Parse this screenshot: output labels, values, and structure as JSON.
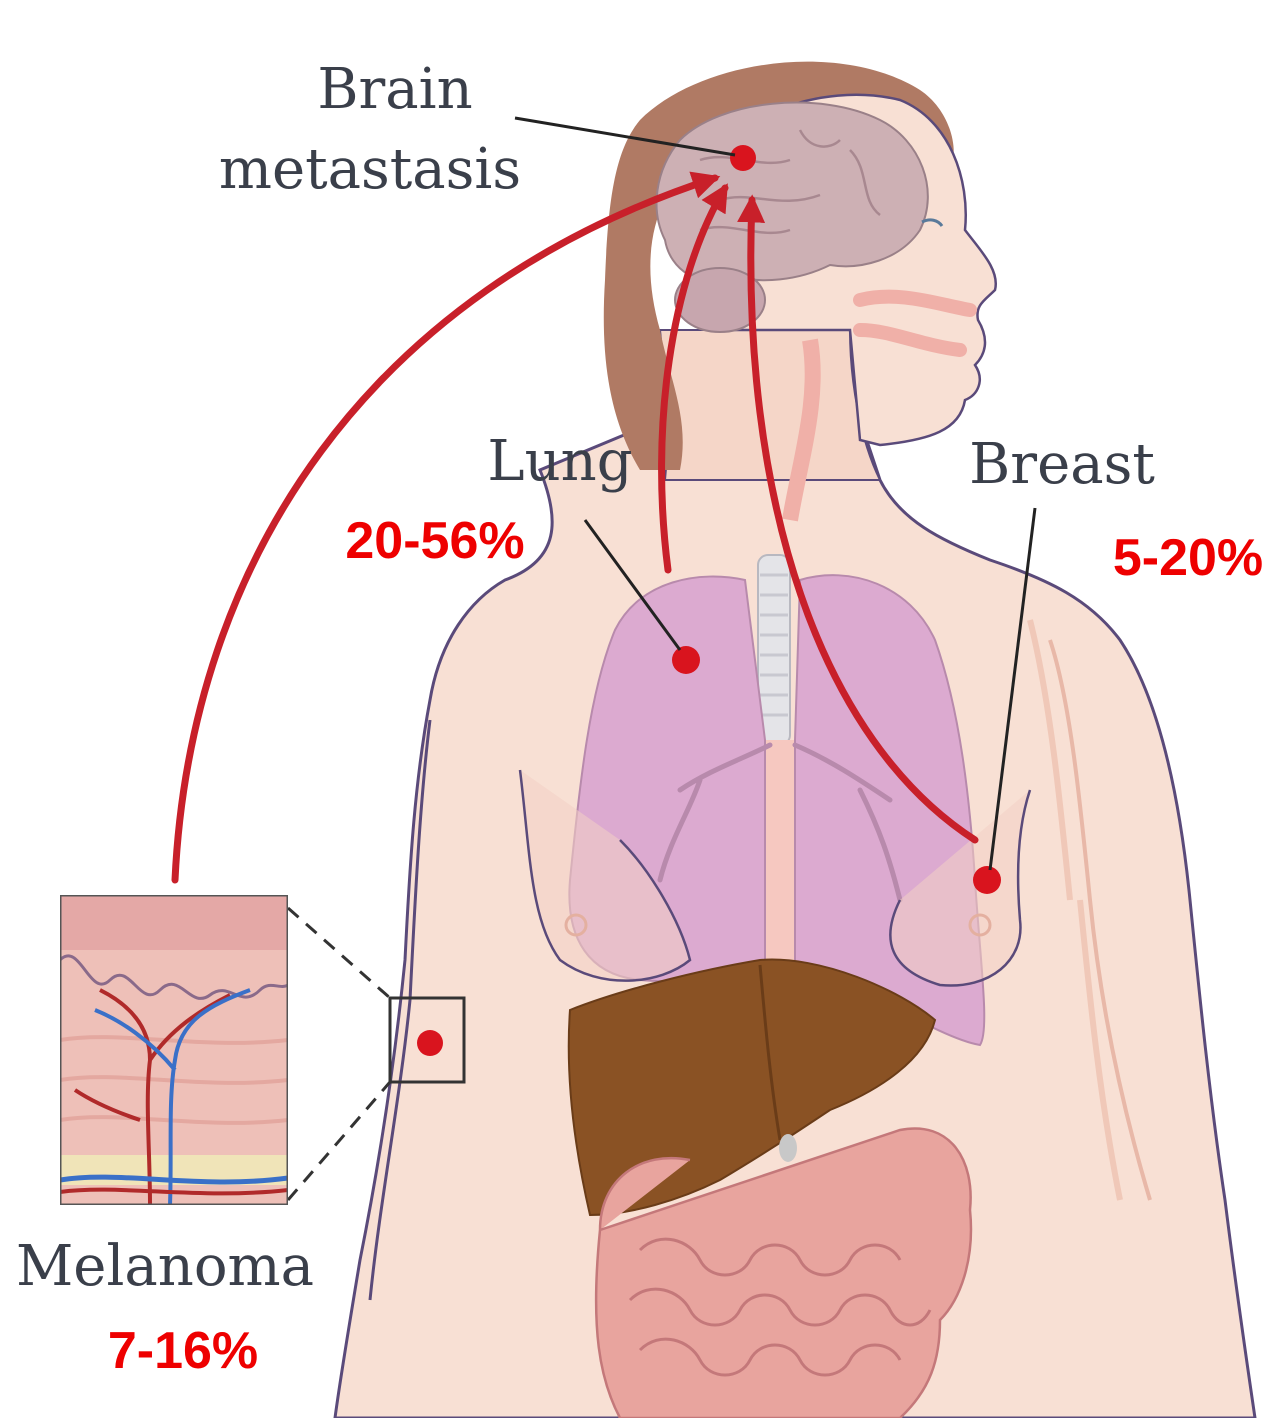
{
  "labels": {
    "brain_line1": "Brain",
    "brain_line2": "metastasis",
    "lung": "Lung",
    "breast": "Breast",
    "melanoma": "Melanoma"
  },
  "percentages": {
    "lung": "20-56%",
    "breast": "5-20%",
    "melanoma": "7-16%"
  },
  "colors": {
    "arrow": "#c8202a",
    "tumor": "#d9141e",
    "percent_text": "#ee0000",
    "label_text": "#3a3f4a",
    "skin": "#f7ddd0",
    "lung": "#dcaad0",
    "liver": "#8a5224",
    "intestine": "#e8a49e",
    "brain": "#cdb0b4",
    "hair": "#b07a64"
  }
}
